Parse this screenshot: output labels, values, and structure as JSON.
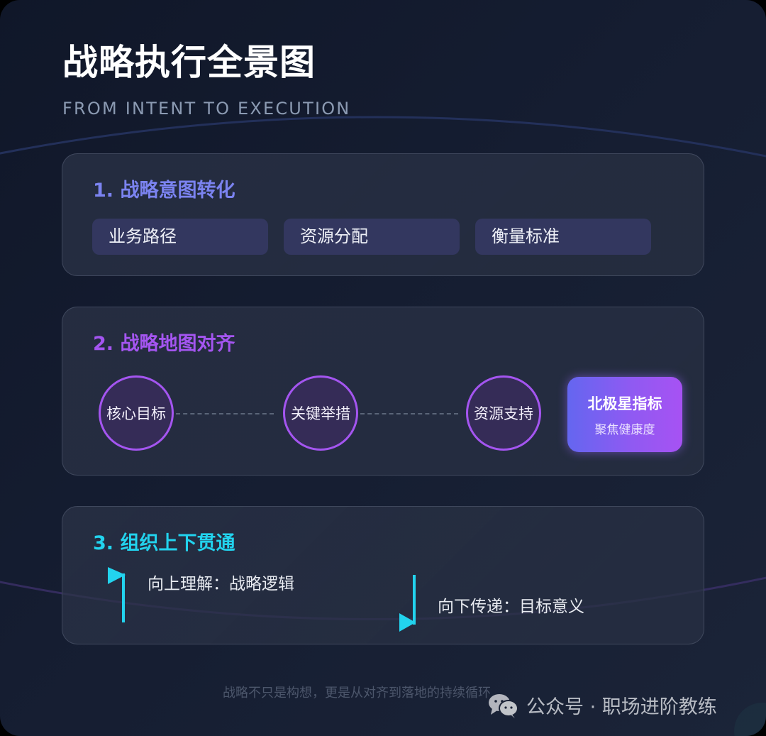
{
  "header": {
    "title": "战略执行全景图",
    "subtitle": "FROM INTENT TO EXECUTION"
  },
  "colors": {
    "background": "#121a2d",
    "section1_accent": "#7b83f0",
    "section2_accent": "#a455f0",
    "section3_accent": "#22d3ee",
    "pill_bg": "#33375f",
    "node_border": "#a455f0",
    "north_star_gradient_start": "#6466f0",
    "north_star_gradient_end": "#a752f3"
  },
  "sections": [
    {
      "title": "1. 战略意图转化",
      "items": [
        "业务路径",
        "资源分配",
        "衡量标准"
      ]
    },
    {
      "title": "2. 战略地图对齐",
      "nodes": [
        "核心目标",
        "关键举措",
        "资源支持"
      ],
      "north_star": {
        "title": "北极星指标",
        "subtitle": "聚焦健康度"
      }
    },
    {
      "title": "3. 组织上下贯通",
      "flows": [
        {
          "direction": "up",
          "icon": "arrow-up-icon",
          "text": "向上理解：战略逻辑"
        },
        {
          "direction": "down",
          "icon": "arrow-down-icon",
          "text": "向下传递：目标意义"
        }
      ]
    }
  ],
  "footer": {
    "tagline": "战略不只是构想，更是从对齐到落地的持续循环",
    "watermark": "公众号 · 职场进阶教练",
    "watermark_icon": "wechat-icon"
  }
}
